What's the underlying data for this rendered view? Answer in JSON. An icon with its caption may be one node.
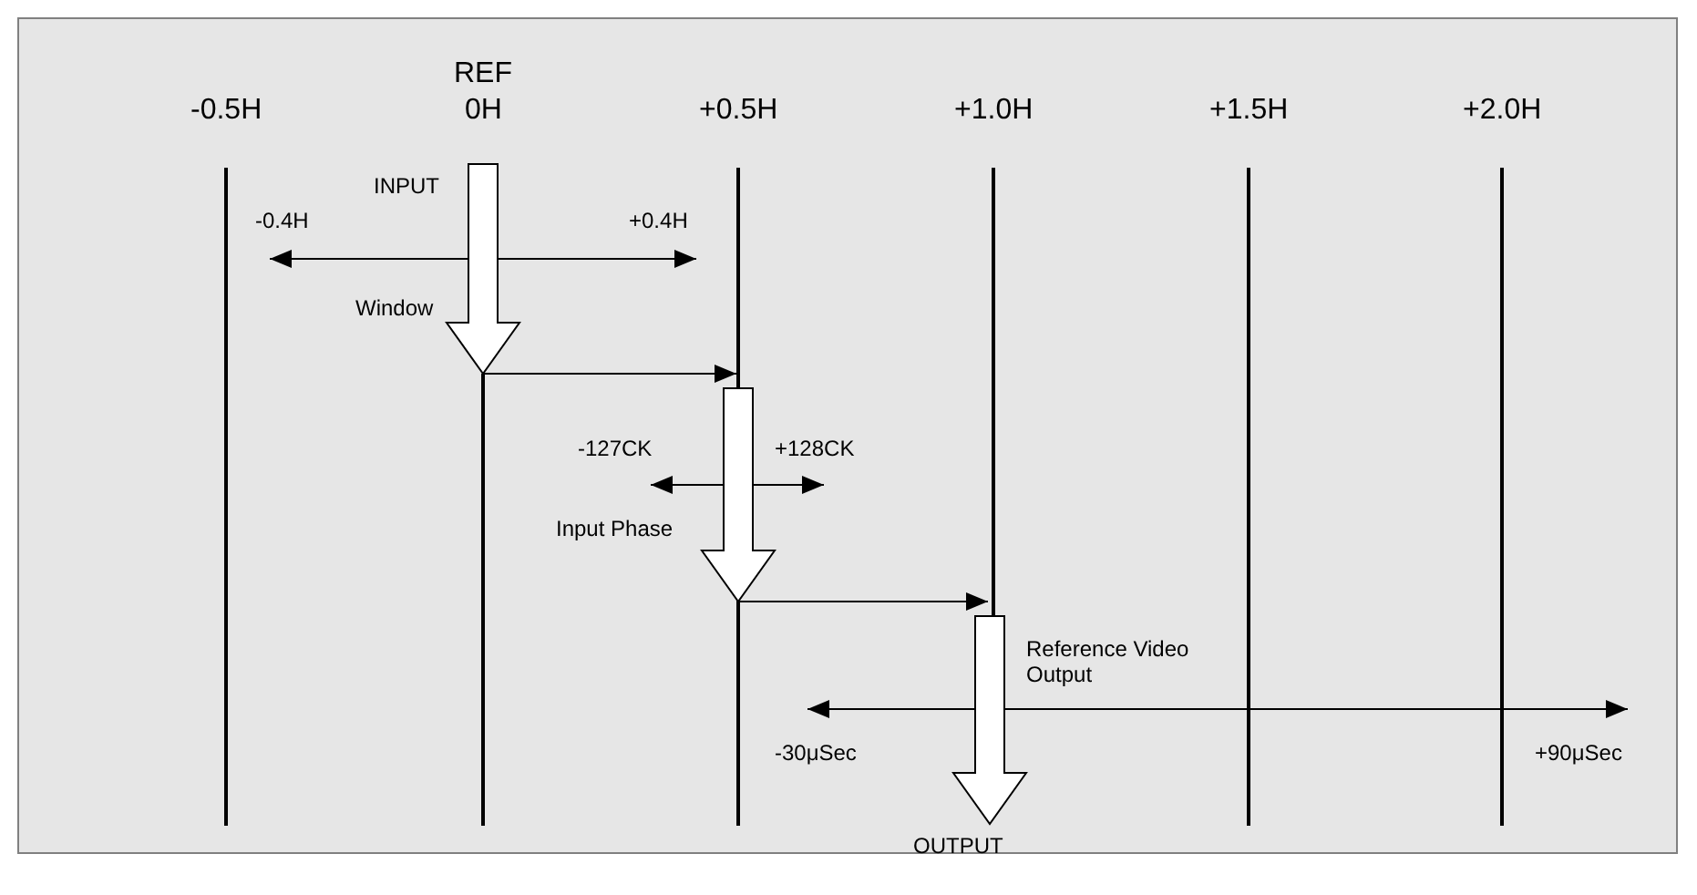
{
  "diagram": {
    "nodes": [
      {
        "text": [],
        "shape": "arrow",
        "beside": [
          "INPUT"
        ]
      },
      {
        "text": [],
        "shape": "arrow",
        "beside": [
          "Input Phase"
        ]
      },
      {
        "text": [],
        "shape": "arrow",
        "beside": [
          "OUTPUT"
        ]
      }
    ],
    "edges": [
      {
        "from": 0,
        "to": 1,
        "arrow": "to"
      },
      {
        "from": 1,
        "to": 2,
        "arrow": "to"
      }
    ],
    "labels": [
      "REF",
      "-0.5H",
      "0H",
      "+0.5H",
      "+1.0H",
      "+1.5H",
      "+2.0H",
      "-0.4H",
      "+0.4H",
      "Window",
      "-127CK",
      "+128CK",
      "Reference Video Output",
      "-30μSec",
      "+90μSec"
    ]
  }
}
